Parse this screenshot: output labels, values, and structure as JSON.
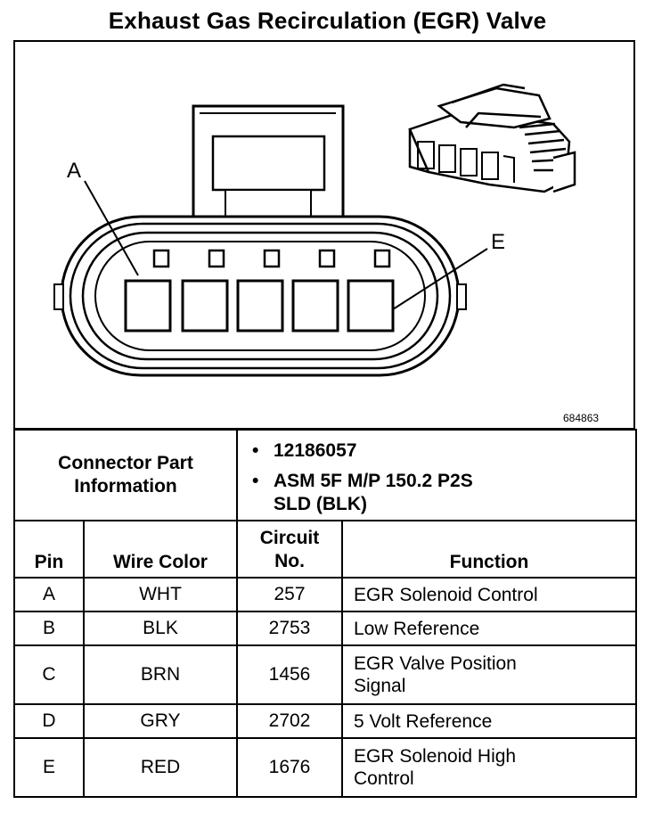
{
  "title": "Exhaust Gas Recirculation (EGR) Valve",
  "figure": {
    "number": "684863",
    "pin_callouts": {
      "first": "A",
      "last": "E"
    }
  },
  "connector_info": {
    "label_line1": "Connector Part",
    "label_line2": "Information",
    "items": [
      {
        "line1": "12186057"
      },
      {
        "line1": "ASM 5F M/P 150.2 P2S",
        "line2": "SLD (BLK)"
      }
    ]
  },
  "table": {
    "headers": {
      "pin": "Pin",
      "wire_color": "Wire Color",
      "circuit_line1": "Circuit",
      "circuit_line2": "No.",
      "function": "Function"
    },
    "rows": [
      {
        "pin": "A",
        "wire_color": "WHT",
        "circuit": "257",
        "function_line1": "EGR Solenoid Control",
        "function_line2": ""
      },
      {
        "pin": "B",
        "wire_color": "BLK",
        "circuit": "2753",
        "function_line1": "Low Reference",
        "function_line2": ""
      },
      {
        "pin": "C",
        "wire_color": "BRN",
        "circuit": "1456",
        "function_line1": "EGR Valve Position",
        "function_line2": "Signal"
      },
      {
        "pin": "D",
        "wire_color": "GRY",
        "circuit": "2702",
        "function_line1": "5 Volt Reference",
        "function_line2": ""
      },
      {
        "pin": "E",
        "wire_color": "RED",
        "circuit": "1676",
        "function_line1": "EGR Solenoid High",
        "function_line2": "Control"
      }
    ]
  }
}
